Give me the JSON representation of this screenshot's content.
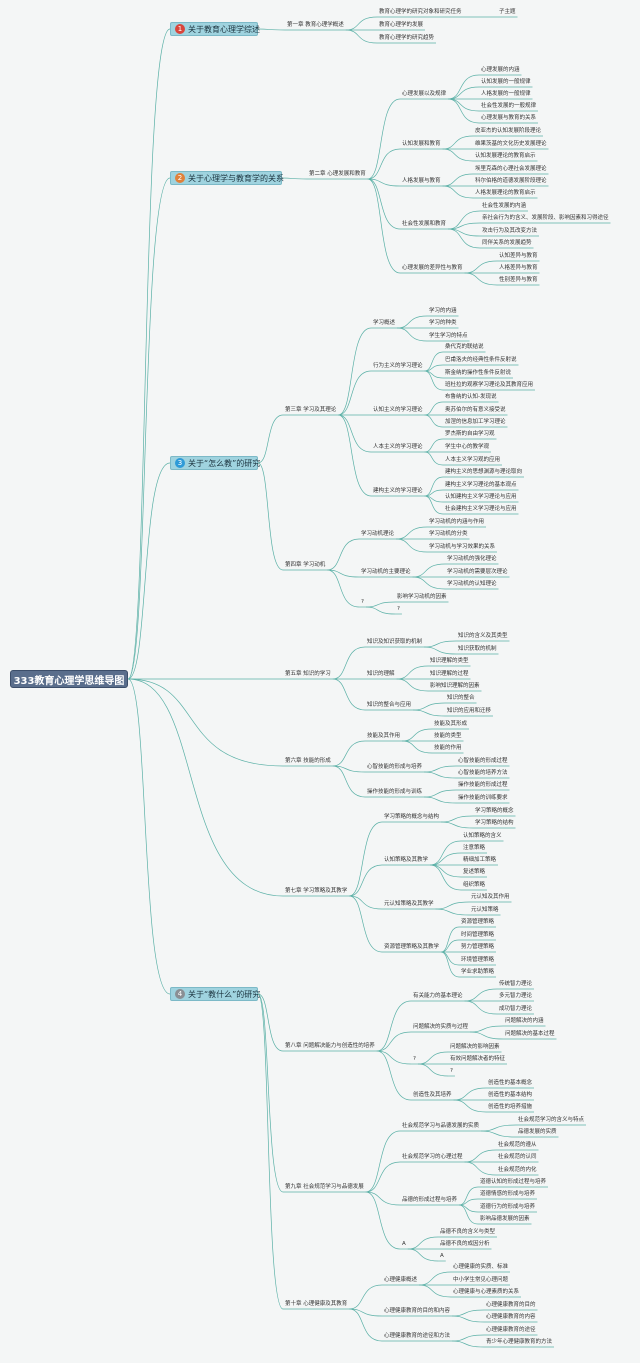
{
  "root_title": "333教育心理学思维导图",
  "colors": {
    "line": "#5ab0a6",
    "root_bg": "#5a6e8c",
    "section_bg": "#9fd3df"
  },
  "sections": [
    {
      "num": "1",
      "label": "关于教育心理学综述",
      "color": "#d9453b"
    },
    {
      "num": "2",
      "label": "关于心理学与教育学的关系",
      "color": "#e0813a"
    },
    {
      "num": "3",
      "label": "关于“怎么教”的研究",
      "color": "#2f9bd8"
    },
    {
      "num": "4",
      "label": "关于“教什么”的研究",
      "color": "#8a8f94"
    }
  ],
  "nodes": [
    "第一章 教育心理学概述",
    "教育心理学的研究对象和研究任务",
    "子主题",
    "教育心理学的发展",
    "教育心理学的研究趋势",
    "第二章 心理发展和教育",
    "心理发展以及规律",
    "心理发展的内涵",
    "认知发展的一般规律",
    "人格发展的一般规律",
    "社会性发展的一般规律",
    "心理发展与教育的关系",
    "认知发展和教育",
    "皮亚杰的认知发展阶段理论",
    "维果茨基的文化历史发展理论",
    "认知发展理论的教育启示",
    "人格发展与教育",
    "埃里克森的心理社会发展理论",
    "科尔伯格的道德发展阶段理论",
    "人格发展理论的教育启示",
    "社会性发展和教育",
    "社会性发展的内涵",
    "亲社会行为的含义、发展阶段、影响因素和习得途径",
    "攻击行为及其改变方法",
    "同伴关系的发展趋势",
    "心理发展的差异性与教育",
    "认知差异与教育",
    "人格差异与教育",
    "性别差异与教育",
    "第三章 学习及其理论",
    "学习概述",
    "学习的内涵",
    "学习的种类",
    "学生学习的特点",
    "行为主义的学习理论",
    "桑代克的联结说",
    "巴甫洛夫的经典性条件反射说",
    "斯金纳的操作性条件反射说",
    "班杜拉的观察学习理论及其教育应用",
    "认知主义的学习理论",
    "布鲁纳的认知-发现说",
    "奥苏伯尔的有意义接受说",
    "加涅的信息加工学习理论",
    "人本主义的学习理论",
    "罗杰斯的自由学习观",
    "学生中心的教学观",
    "人本主义学习观的应用",
    "建构主义的学习理论",
    "建构主义的思想渊源与理论取向",
    "建构主义学习理论的基本观点",
    "认知建构主义学习理论与应用",
    "社会建构主义学习理论与应用",
    "第四章 学习动机",
    "学习动机理论",
    "学习动机的内涵与作用",
    "学习动机的分类",
    "学习动机与学习效果的关系",
    "学习动机的主要理论",
    "学习动机的强化理论",
    "学习动机的需要层次理论",
    "学习动机的认知理论",
    "?",
    "影响学习动机的因素",
    "?",
    "第五章 知识的学习",
    "知识及知识获取的机制",
    "知识的含义及其类型",
    "知识获取的机制",
    "知识的理解",
    "知识理解的类型",
    "知识理解的过程",
    "影响知识理解的因素",
    "知识的整合与应用",
    "知识的整合",
    "知识的应用和迁移",
    "第六章 技能的形成",
    "技能及其作用",
    "技能及其形成",
    "技能的类型",
    "技能的作用",
    "心智技能的形成与培养",
    "心智技能的形成过程",
    "心智技能的培养方法",
    "操作技能的形成与训练",
    "操作技能的形成过程",
    "操作技能的训练要求",
    "第七章 学习策略及其教学",
    "学习策略的概念与结构",
    "学习策略的概念",
    "学习策略的结构",
    "认知策略及其教学",
    "认知策略的含义",
    "注意策略",
    "精细加工策略",
    "复述策略",
    "组织策略",
    "元认知策略及其教学",
    "元认知及其作用",
    "元认知策略",
    "资源管理策略及其教学",
    "资源管理策略",
    "时间管理策略",
    "努力管理策略",
    "环境管理策略",
    "学业求助策略",
    "第八章 问题解决能力与创造性的培养",
    "有关能力的基本理论",
    "传统智力理论",
    "多元智力理论",
    "成功智力理论",
    "问题解决的实质与过程",
    "问题解决的内涵",
    "问题解决的基本过程",
    "?",
    "问题解决的影响因素",
    "有效问题解决者的特征",
    "?",
    "创造性及其培养",
    "创造性的基本概念",
    "创造性的基本结构",
    "创造性的培养措施",
    "第九章 社会规范学习与品德发展",
    "社会规范学习与品德发展的实质",
    "社会规范学习的含义与特点",
    "品德发展的实质",
    "社会规范学习的心理过程",
    "社会规范的遵从",
    "社会规范的认同",
    "社会规范的内化",
    "品德的形成过程与培养",
    "道德认知的形成过程与培养",
    "道德情感的形成与培养",
    "道德行为的形成与培养",
    "影响品德发展的因素",
    "A",
    "品德不良的含义与类型",
    "品德不良的成因分析",
    "A",
    "第十章 心理健康及其教育",
    "心理健康概述",
    "心理健康的实质、标准",
    "中小学生常见心理问题",
    "心理健康与心理素质的关系",
    "心理健康教育的目的和内容",
    "心理健康教育的目的",
    "心理健康教育的内容",
    "心理健康教育的途径和方法",
    "心理健康教育的途径",
    "青少年心理健康教育的方法"
  ]
}
